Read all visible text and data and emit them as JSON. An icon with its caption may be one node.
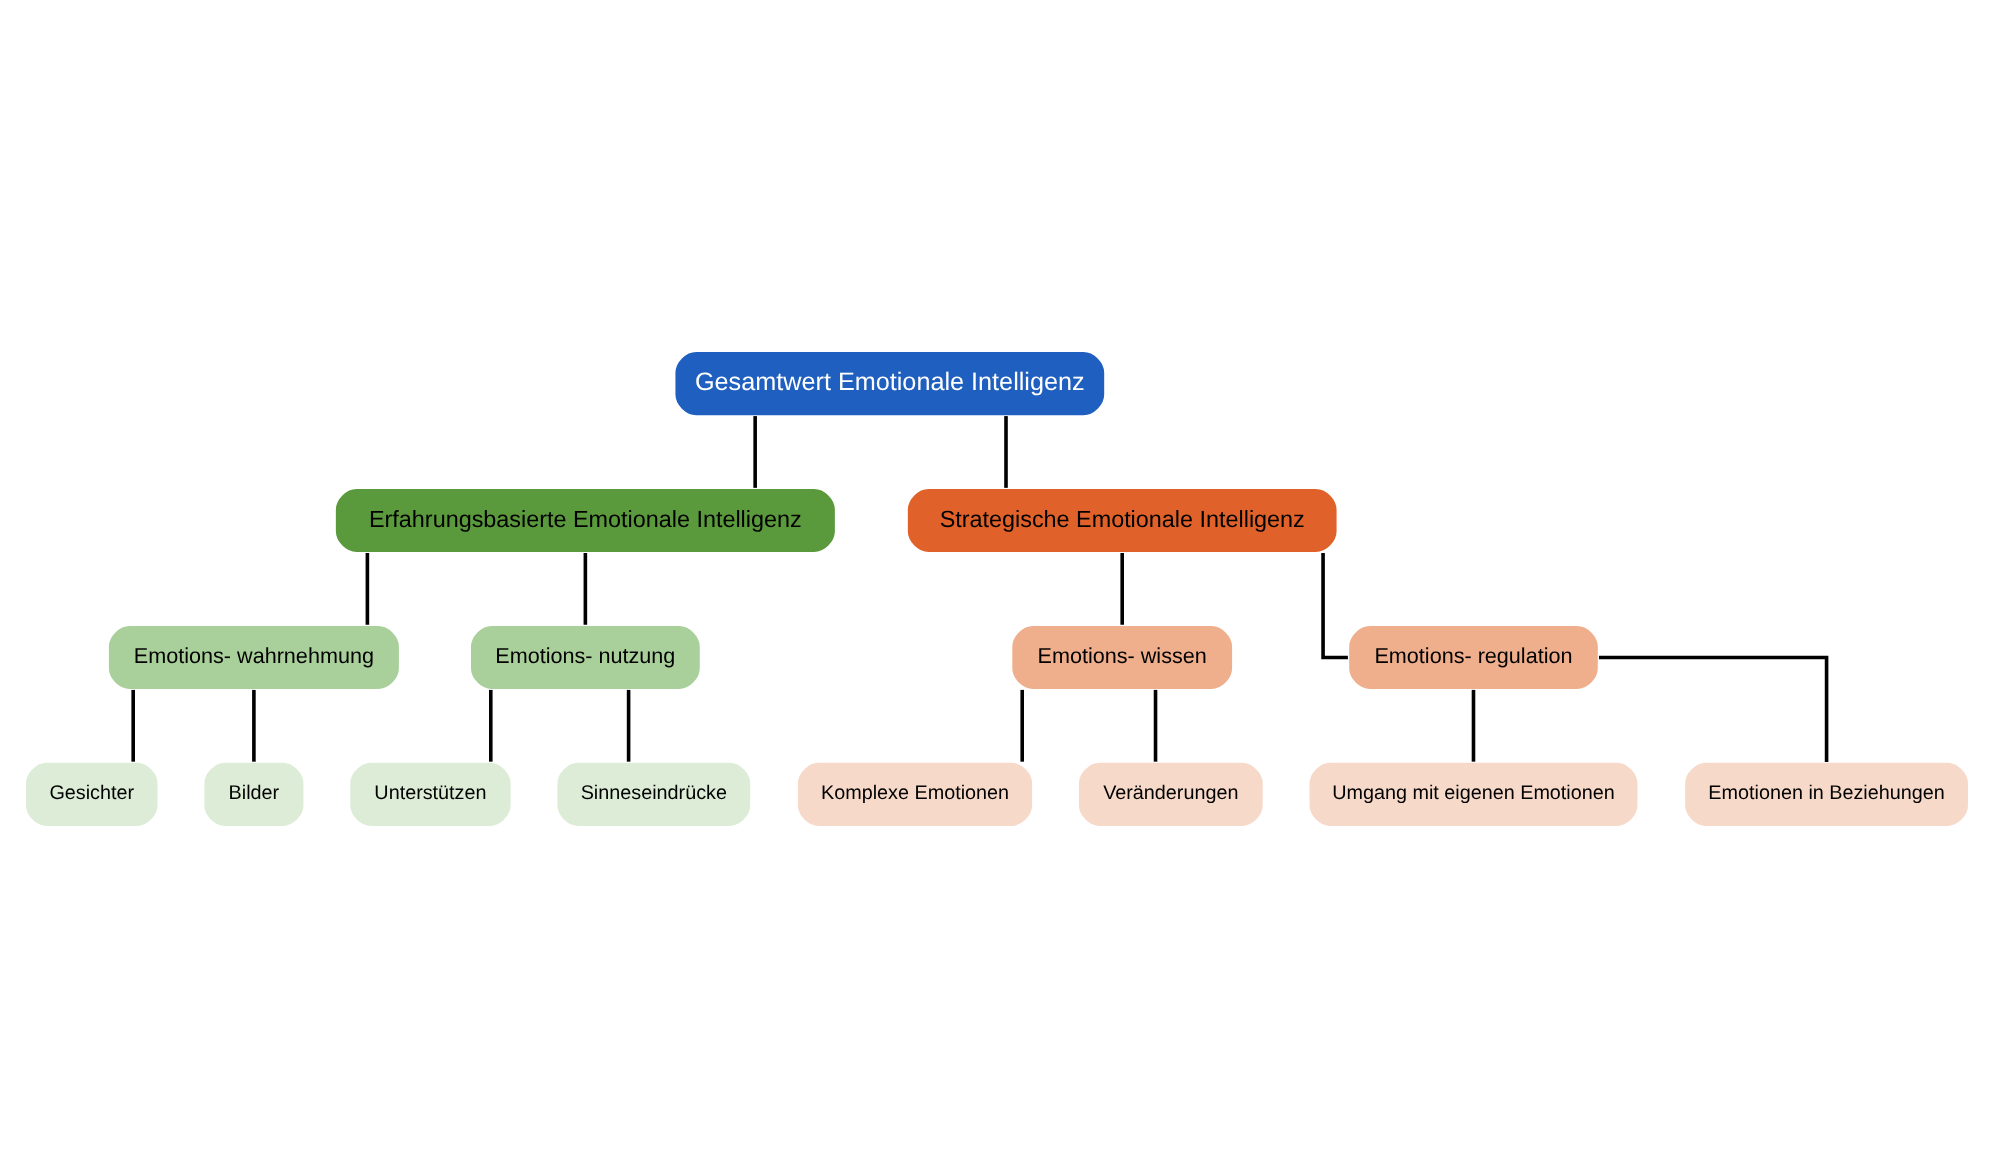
{
  "diagram": {
    "nodes": [
      {
        "text": [
          "Gesamtwert Emotionale Intelligenz"
        ]
      },
      {
        "text": [
          "Erfahrungsbasierte Emotionale Intelligenz"
        ]
      },
      {
        "text": [
          "Strategische Emotionale Intelligenz"
        ]
      },
      {
        "text": [
          "Emotions- wahrnehmung"
        ]
      },
      {
        "text": [
          "Emotions- nutzung"
        ]
      },
      {
        "text": [
          "Emotions- wissen"
        ]
      },
      {
        "text": [
          "Emotions- regulation"
        ]
      },
      {
        "text": [
          "Gesichter"
        ]
      },
      {
        "text": [
          "Bilder"
        ]
      },
      {
        "text": [
          "Unterstützen"
        ]
      },
      {
        "text": [
          "Sinneseindrücke"
        ]
      },
      {
        "text": [
          "Komplexe Emotionen"
        ]
      },
      {
        "text": [
          "Veränderungen"
        ]
      },
      {
        "text": [
          "Umgang mit eigenen Emotionen"
        ]
      },
      {
        "text": [
          "Emotionen in Beziehungen"
        ]
      }
    ],
    "edges": [
      {
        "from": 0,
        "to": 1,
        "arrow": "none"
      },
      {
        "from": 0,
        "to": 2,
        "arrow": "none"
      },
      {
        "from": 1,
        "to": 3,
        "arrow": "none"
      },
      {
        "from": 1,
        "to": 4,
        "arrow": "none"
      },
      {
        "from": 2,
        "to": 5,
        "arrow": "none"
      },
      {
        "from": 2,
        "to": 6,
        "arrow": "none"
      },
      {
        "from": 3,
        "to": 7,
        "arrow": "none"
      },
      {
        "from": 3,
        "to": 8,
        "arrow": "none"
      },
      {
        "from": 4,
        "to": 9,
        "arrow": "none"
      },
      {
        "from": 4,
        "to": 10,
        "arrow": "none"
      },
      {
        "from": 5,
        "to": 11,
        "arrow": "none"
      },
      {
        "from": 5,
        "to": 12,
        "arrow": "none"
      },
      {
        "from": 6,
        "to": 13,
        "arrow": "none"
      },
      {
        "from": 6,
        "to": 14,
        "arrow": "none"
      }
    ]
  }
}
